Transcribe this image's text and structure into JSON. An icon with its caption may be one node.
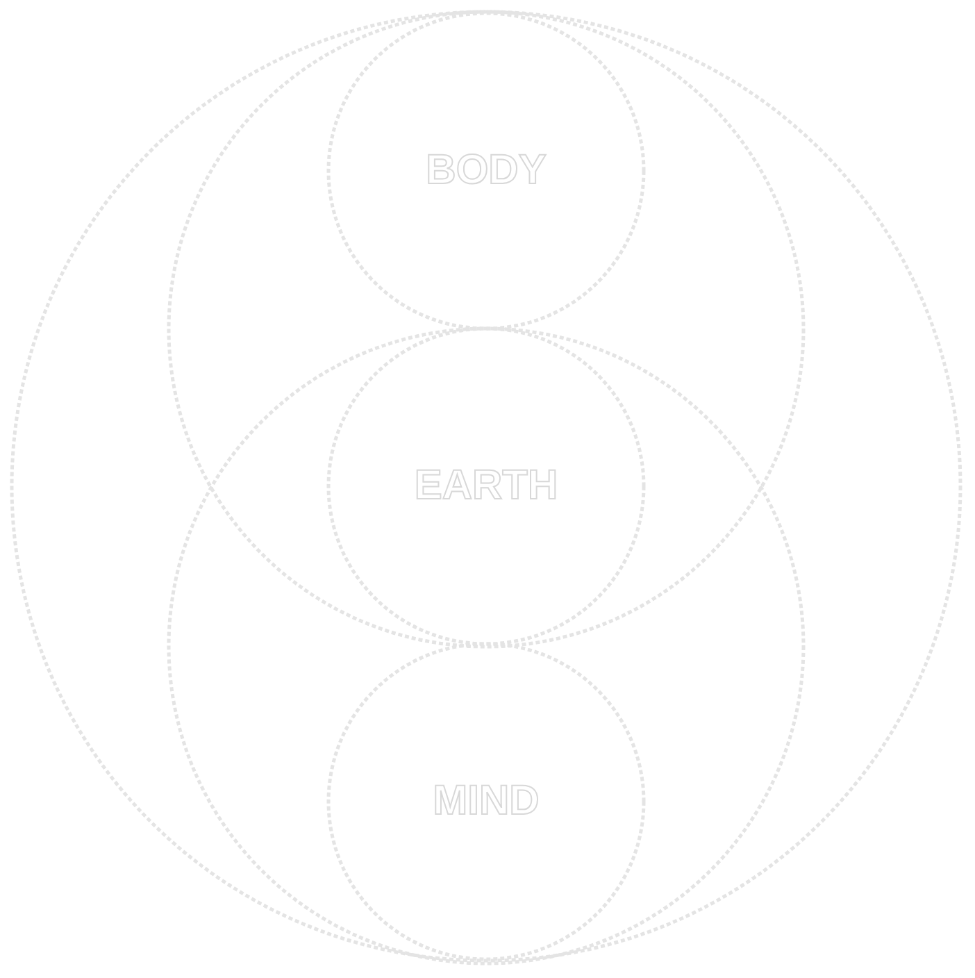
{
  "diagram": {
    "nodes": [
      {
        "text": [],
        "shape": "circle"
      },
      {
        "text": [],
        "shape": "circle",
        "in": 0
      },
      {
        "text": [],
        "shape": "circle",
        "in": 0
      },
      {
        "text": [
          "BODY"
        ],
        "in": 1
      },
      {
        "text": [
          "EARTH"
        ]
      },
      {
        "text": [
          "MIND"
        ],
        "in": 2
      }
    ]
  }
}
